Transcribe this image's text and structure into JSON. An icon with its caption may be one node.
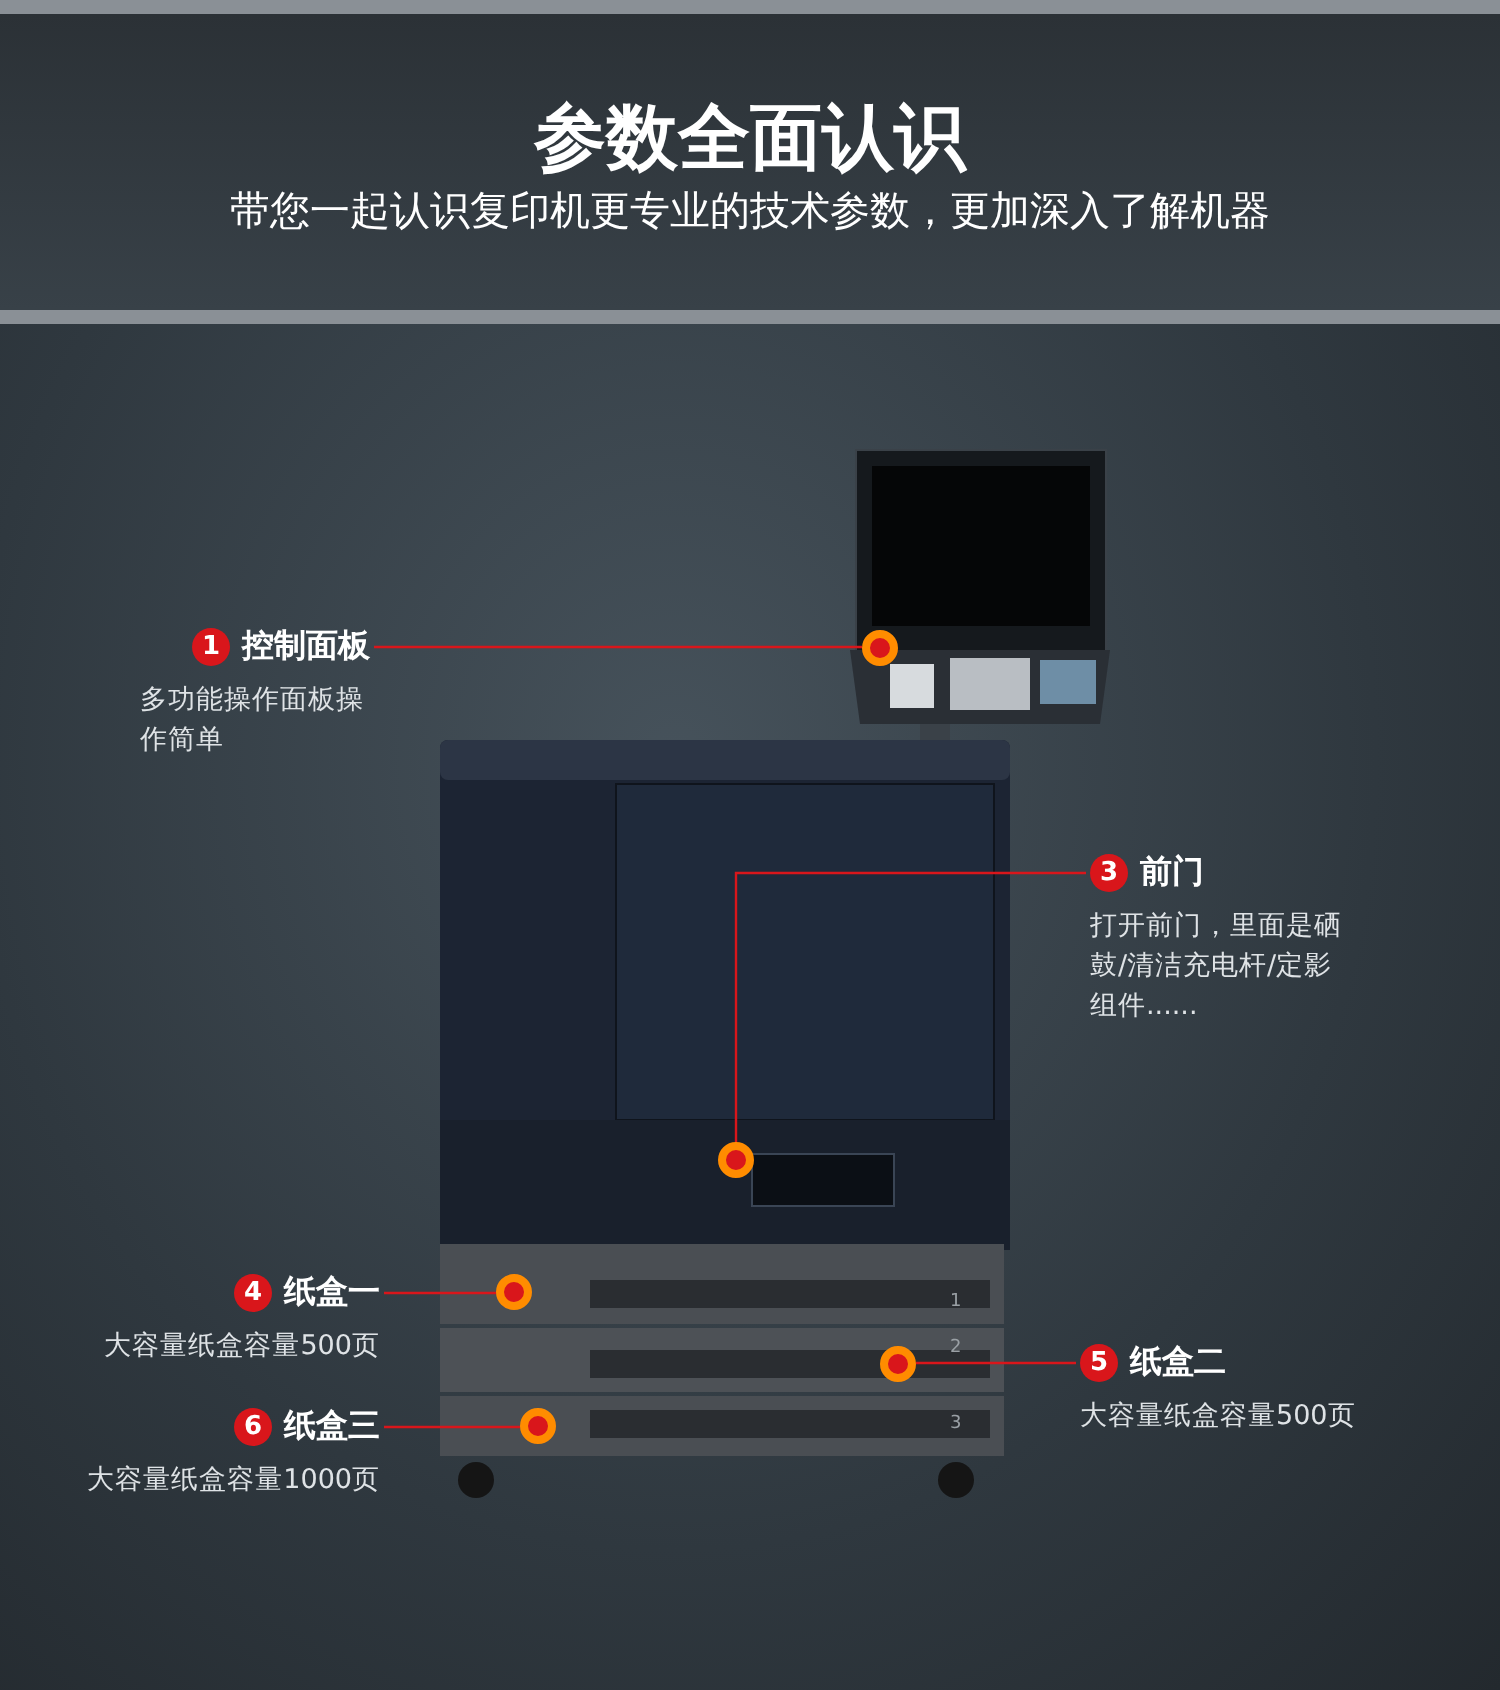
{
  "diagram": {
    "title": "参数全面认识",
    "nodes": [
      {
        "text": [
          "1",
          "控制面板",
          "多功能操作面板操作简单"
        ]
      },
      {
        "text": [],
        "shape": "circle"
      },
      {
        "text": [
          "3",
          "前门",
          "打开前门，里面是硒鼓/清洁充电杆/定影组件......"
        ]
      },
      {
        "text": [],
        "shape": "circle"
      },
      {
        "text": [
          "4",
          "纸盒一",
          "大容量纸盒容量500页"
        ]
      },
      {
        "text": [],
        "shape": "circle"
      },
      {
        "text": [
          "5",
          "纸盒二",
          "大容量纸盒容量500页"
        ]
      },
      {
        "text": [],
        "shape": "circle"
      },
      {
        "text": [
          "6",
          "纸盒三",
          "大容量纸盒容量1000页"
        ]
      },
      {
        "text": [],
        "shape": "circle"
      }
    ],
    "edges": [
      {
        "from": 0,
        "to": 1,
        "arrow": "none"
      },
      {
        "from": 2,
        "to": 3,
        "arrow": "none"
      },
      {
        "from": 4,
        "to": 5,
        "arrow": "none"
      },
      {
        "from": 6,
        "to": 7,
        "arrow": "none"
      },
      {
        "from": 8,
        "to": 9,
        "arrow": "none"
      }
    ],
    "labels": [
      "带您一起认识复印机更专业的技术参数，更加深入了解机器",
      "1",
      "2",
      "3"
    ]
  }
}
